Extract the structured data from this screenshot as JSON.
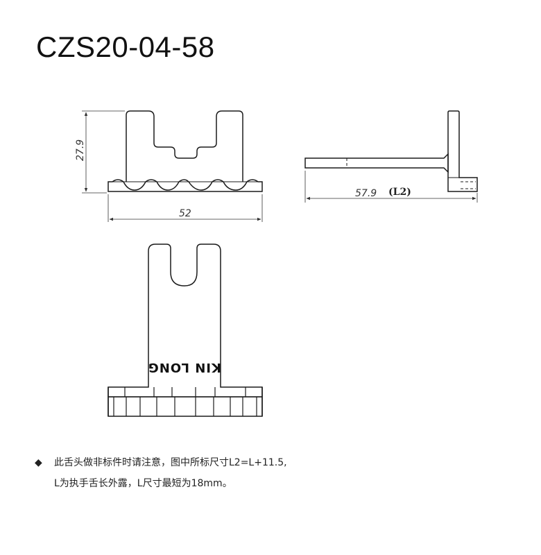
{
  "title": "CZS20-04-58",
  "dimensions": {
    "height": "27.9",
    "width": "52",
    "length": "57.9",
    "length_label": "(L2)"
  },
  "brand_text": "KIN LONG",
  "note": {
    "bullet": "◆",
    "line1": "此舌头做非标件时请注意，图中所标尺寸L2=L+11.5,",
    "line2": "L为执手舌长外露，L尺寸最短为18mm。"
  },
  "colors": {
    "line": "#1a1a1a",
    "dimension": "#333333"
  }
}
